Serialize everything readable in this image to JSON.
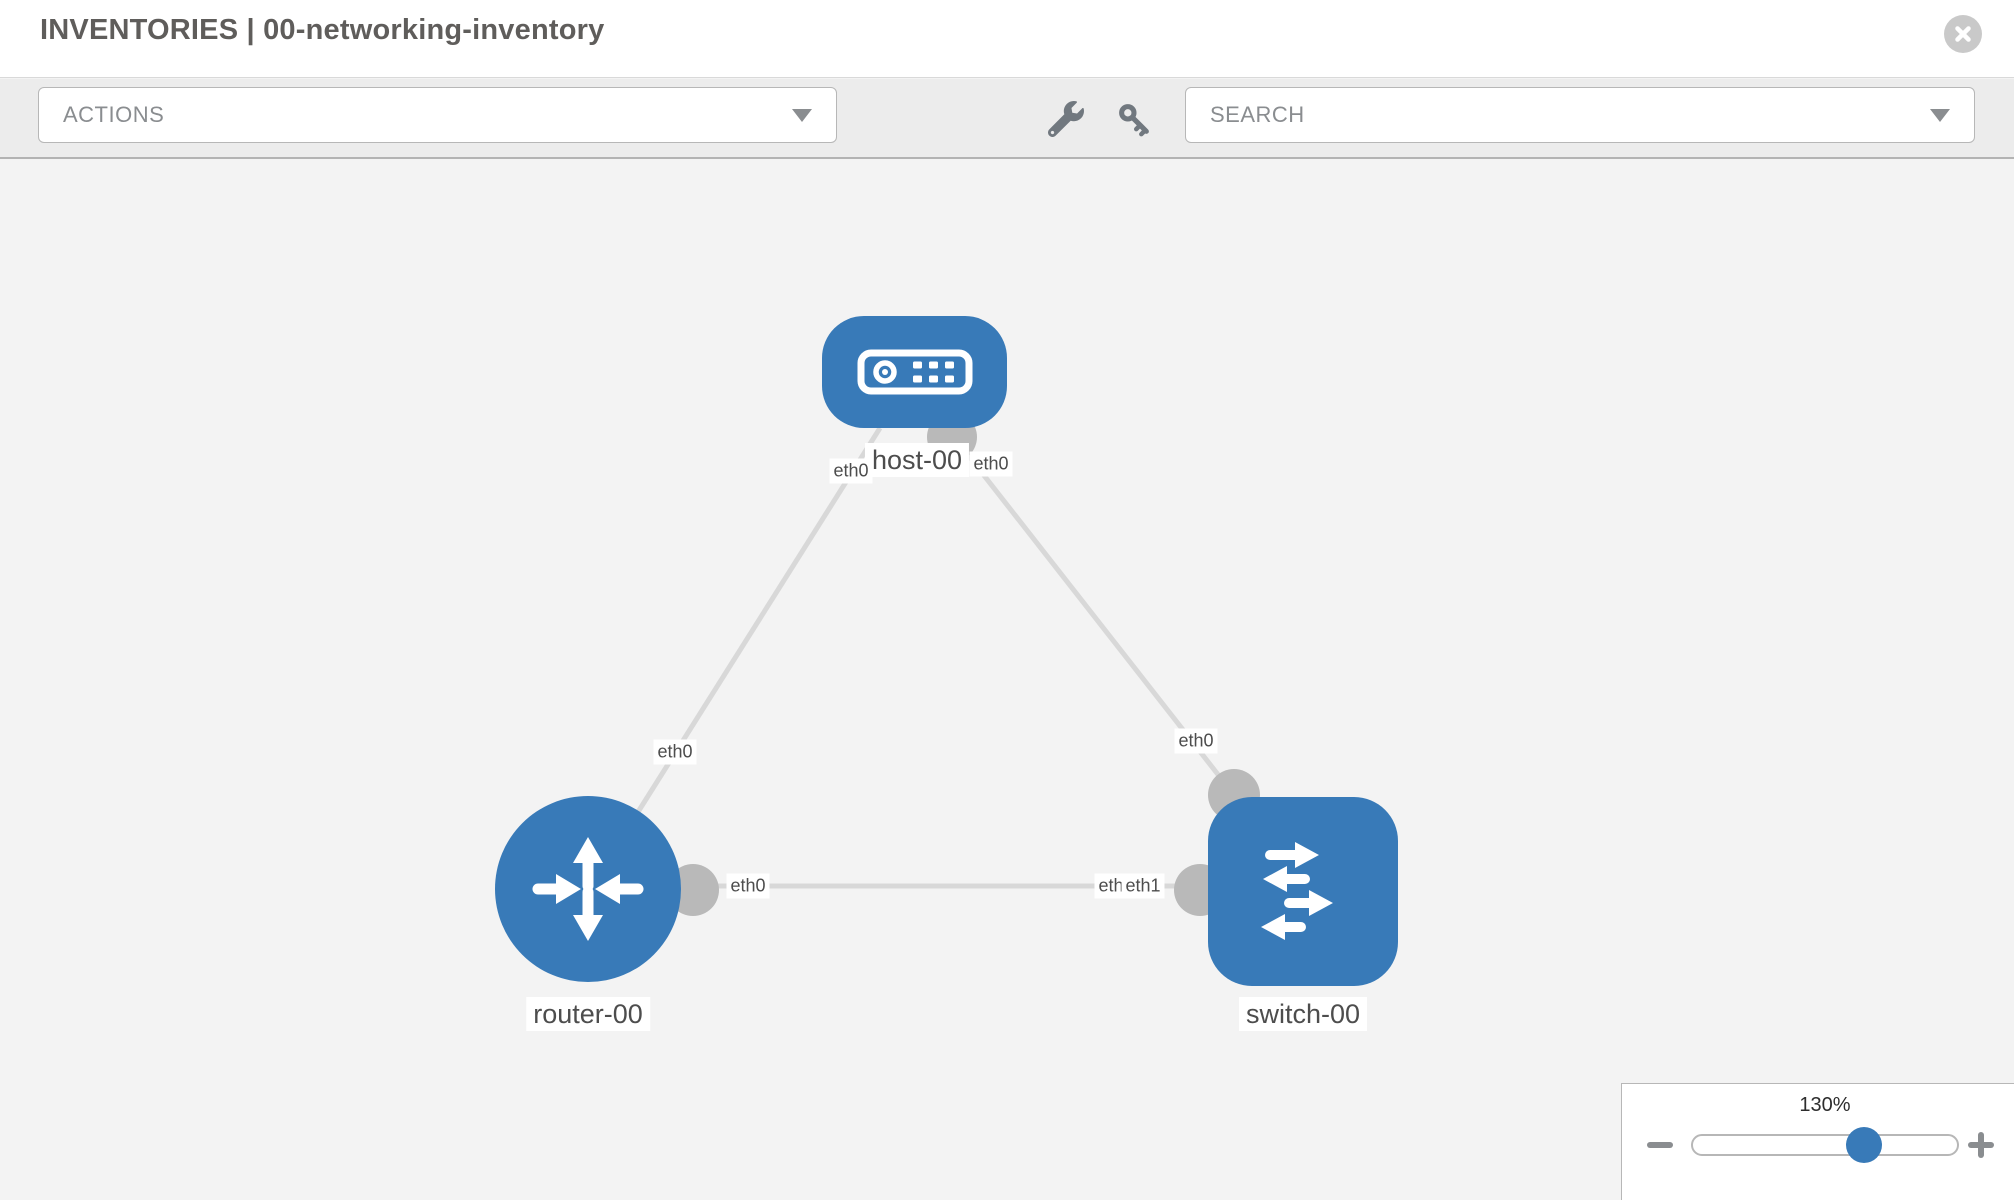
{
  "header": {
    "title": "INVENTORIES | 00-networking-inventory"
  },
  "toolbar": {
    "actions_label": "ACTIONS",
    "search_placeholder": "SEARCH",
    "icons": [
      "wrench-icon",
      "key-icon"
    ]
  },
  "canvas": {
    "nodes": [
      {
        "label": "host-00",
        "type": "host"
      },
      {
        "label": "router-00",
        "type": "router"
      },
      {
        "label": "switch-00",
        "type": "switch"
      }
    ],
    "links": [
      {
        "from": "host-00",
        "to": "router-00",
        "from_interface": "eth0",
        "to_interface": "eth0"
      },
      {
        "from": "host-00",
        "to": "switch-00",
        "from_interface": "eth0",
        "to_interface": "eth0"
      },
      {
        "from": "router-00",
        "to": "switch-00",
        "from_interface": "eth0",
        "to_interface": "eth1"
      }
    ],
    "overlapped_port_label": "eth0"
  },
  "zoom_control": {
    "value": "130%"
  },
  "colors": {
    "node_blue": "#387ab8",
    "link_gray": "#d8d8d8",
    "port_gray": "#b9b9b9",
    "canvas_bg": "#f3f3f3",
    "border_gray": "#b7b7b7"
  }
}
